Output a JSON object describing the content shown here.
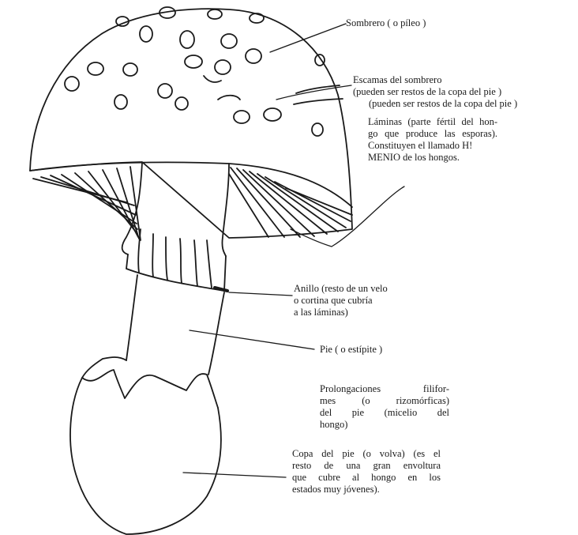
{
  "labels": {
    "sombrero": "Sombrero ( o píleo )",
    "escamas": [
      "Escamas del sombrero",
      "(pueden ser restos de la copa del pie )",
      "(pueden ser restos de la copa del pie )"
    ],
    "laminas": [
      "Láminas (parte fértil del hon-",
      "go que produce las esporas).",
      "Constituyen el llamado H!",
      "MENIO de los hongos."
    ],
    "anillo": [
      "Anillo (resto de un velo",
      "o cortina que cubría",
      "a las láminas)"
    ],
    "pie": "Pie ( o estípite )",
    "prolongaciones": [
      "Prolongaciones filifor-",
      "mes (o rizomórficas)",
      "del pie (micelio del",
      "hongo)"
    ],
    "copa": [
      "Copa del pie (o volva) (es el",
      "resto de una gran envoltura",
      "que cubre al hongo en los",
      "estados muy jóvenes)."
    ]
  },
  "colors": {
    "ink": "#1a1a1a",
    "background": "#ffffff"
  }
}
